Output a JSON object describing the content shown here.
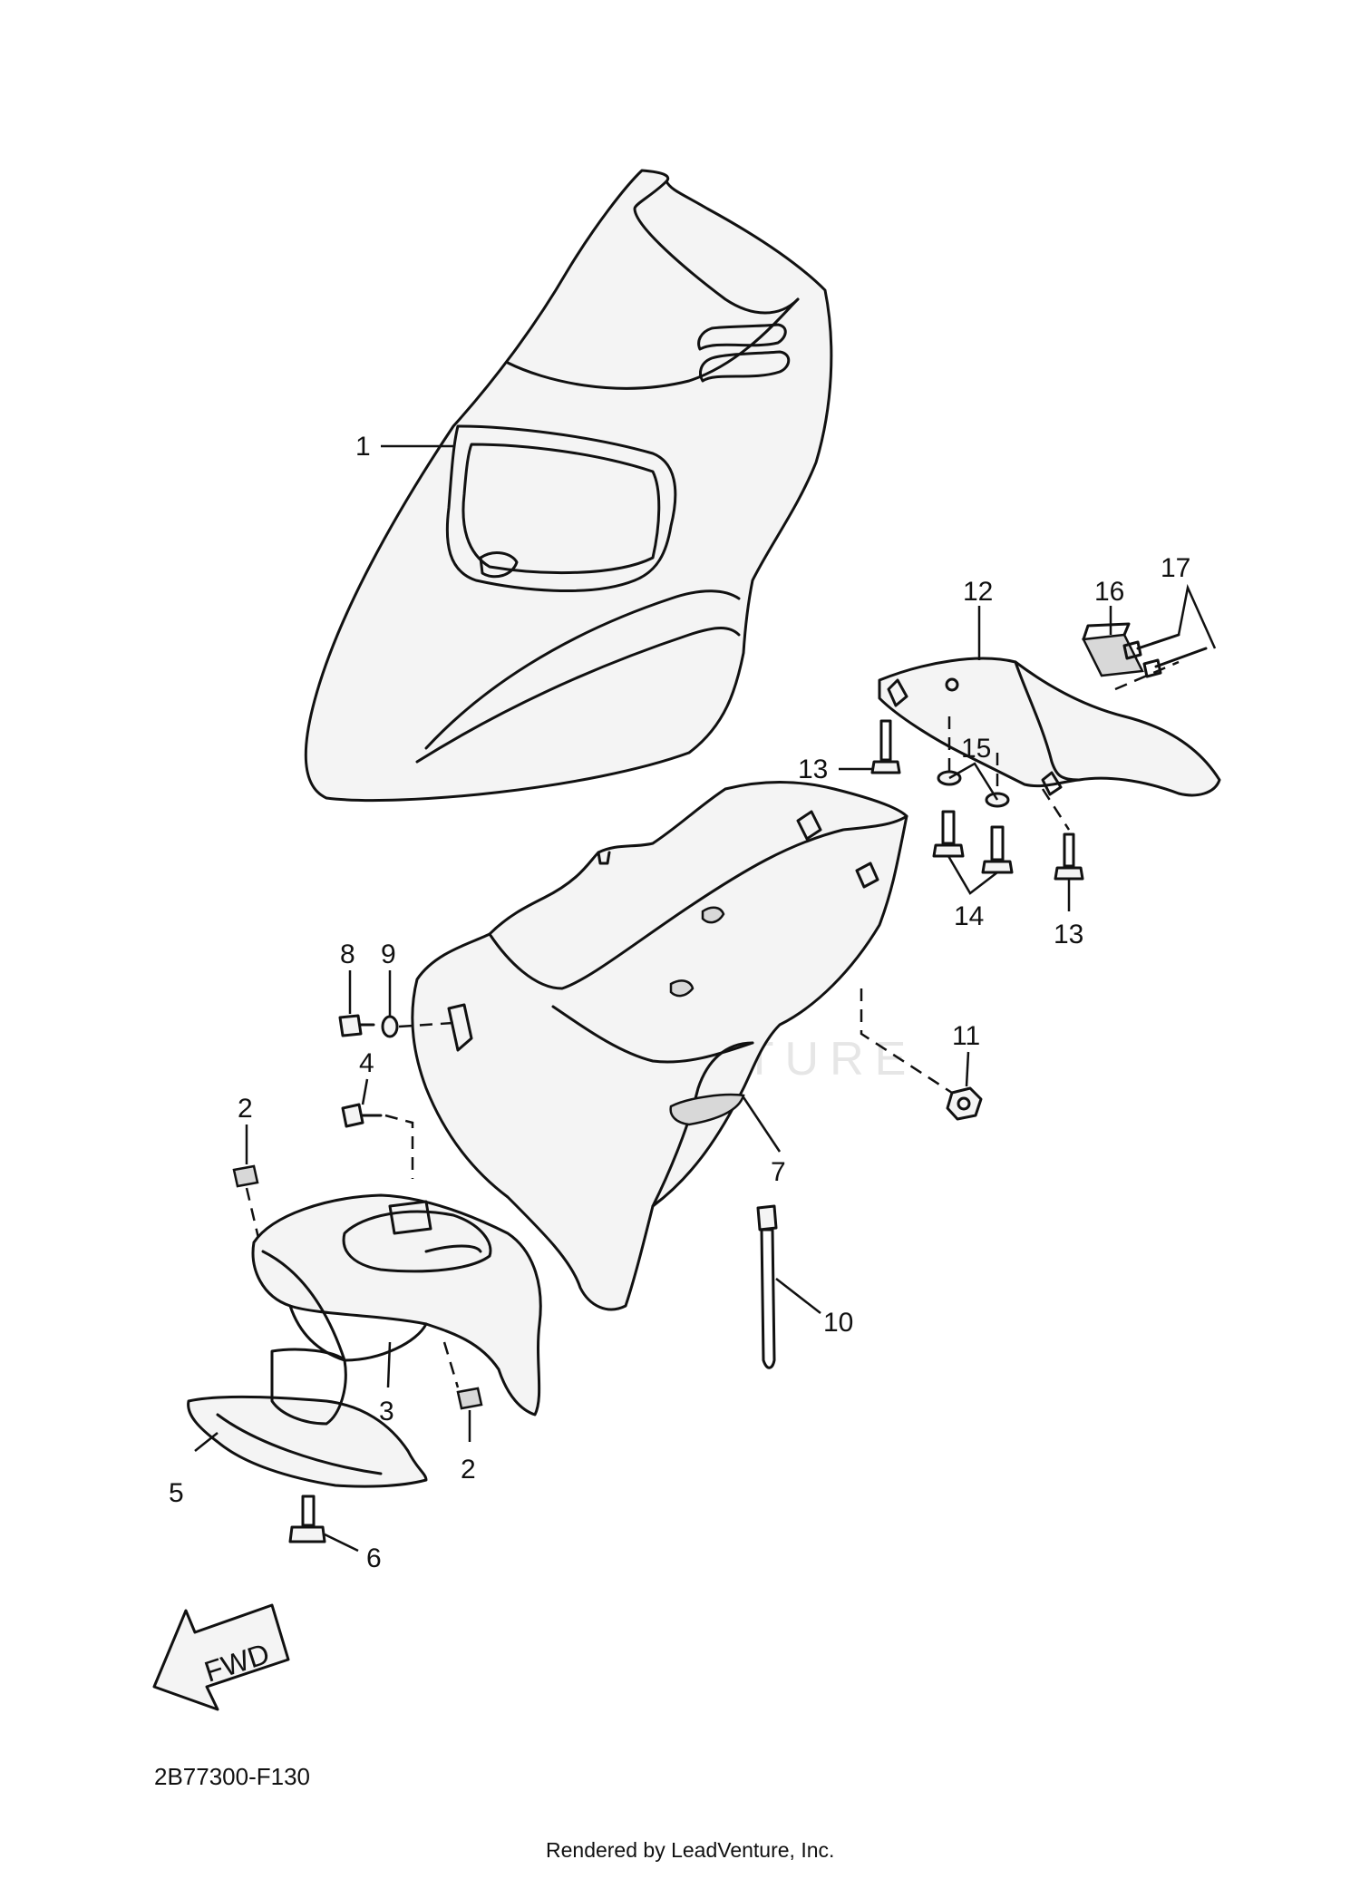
{
  "diagram": {
    "callouts": {
      "p1": "1",
      "p2a": "2",
      "p2b": "2",
      "p3": "3",
      "p4": "4",
      "p5": "5",
      "p6": "6",
      "p7": "7",
      "p8": "8",
      "p9": "9",
      "p10": "10",
      "p11": "11",
      "p12": "12",
      "p13a": "13",
      "p13b": "13",
      "p14": "14",
      "p15": "15",
      "p16": "16",
      "p17": "17"
    },
    "fwd_label": "FWD",
    "diagram_code": "2B77300-F130",
    "watermark": "LEADVENTURE",
    "footer": "Rendered by LeadVenture, Inc."
  }
}
